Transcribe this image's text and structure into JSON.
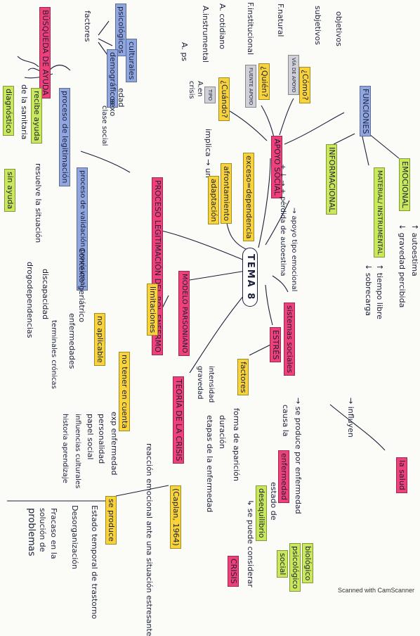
{
  "center": "TEMA 8",
  "nodes": {
    "apoyo_social": "APOYO SOCIAL",
    "exceso_dependencia": "exceso=dependencia",
    "quien": "¿Quién?",
    "fuente_apoyo": "FUENTE APOYO",
    "f_natural": "F.natural",
    "f_institucional": "F.institucional",
    "como": "¿Cómo?",
    "via_apoyo": "VÍA DE APOYO",
    "objetivos": "objetivos",
    "subjetivos": "subjetivos",
    "cuando": "¿Cuándo?",
    "tipo": "TIPO",
    "a_cotidiano": "A. cotidiano",
    "a_instrumental": "A.instrumental",
    "a_ps": "A. ps",
    "a_en_crisis": "A.en crisis",
    "funciones": "FUNCIONES",
    "informacional": "INFORMACIONAL",
    "material": "MATERIAL/ INSTRUMENTAL",
    "emocional": "EMOCIONAL",
    "autoestima": "↑ autoestima",
    "gravedad_percibida": "↓ gravedad percibida",
    "tiempo_libre": "↑ tiempo libre",
    "sobrecarga": "↓ sobrecarga",
    "mas_perdida": "+ ↓ → + pérdida de autoestima",
    "apoyo_emocional": "→ apoyo tipo emocional",
    "implica": "implica → un",
    "afrontamiento": "afrontamiento",
    "adaptacion": "adaptación",
    "proceso_legitimacion": "PROCESO LEGITIMACIÓN DEL ROL ENFERMO",
    "proceso_de_legitimacion": "proceso de legitimación",
    "proceso_validacion": "proceso de validación provisional",
    "busqueda_ayuda": "BÚSQUEDA DE AYUDA",
    "factores": "factores",
    "psicologicos": "psicológicos",
    "culturales": "culturales",
    "demograficos": "demográficos",
    "edad": "edad",
    "sexo": "sexo",
    "clase_social": "clase social",
    "recibe_ayuda": "recibe ayuda",
    "de_la_sanitaria": "de la sanitaria",
    "diagnostico": "diagnóstico",
    "resuelve_situacion": "resuelve la situación",
    "sin_ayuda": "sin ayuda",
    "modelo_parsoniano": "MODELO PARSONIANO",
    "limitaciones": "limitaciones",
    "no_aplicable": "no aplicable",
    "enfermedades": "enfermedades",
    "terminales_cronicas": "terminales crónicas",
    "contexto_geriatrico": "Contexto geriátrico",
    "discapacidad": "discapacidad",
    "drogodependencias": "drogodependencias",
    "no_tener_cuenta": "no tener en cuenta",
    "exp_enfermedad": "exp enfermedad",
    "personalidad": "personalidad",
    "papel_social": "papel social",
    "influencias_culturales": "influencias culturales",
    "historia_aprendizaje": "historia aprendizaje",
    "teoria_crisis": "TEORÍA DE LA CRISIS",
    "caplan": "(Caplan, 1964)",
    "reaccion": "reacción emocional ante una situación estresante",
    "se_produce": "se produce",
    "estado_temporal": "Estado temporal de trastorno",
    "desorganizacion": "Desorganización",
    "fracaso": "Fracaso en la",
    "solucion": "solución de",
    "problemas": "problemas",
    "estres": "ESTRÉS",
    "factores_estres": "factores",
    "intensidad": "intensidad",
    "gravedad": "gravedad",
    "forma_aparicion": "forma de aparición",
    "duracion": "duración",
    "etapas": "etapas de la enfermedad",
    "sistemas_sociales": "sistemas sociales",
    "influyen": "→ influyen",
    "la_salud": "la salud",
    "se_produce_enfermedad": "→ se produce por enfermedad",
    "causa_la": "causa la",
    "enfermedad": "enfermedad",
    "estado_de": "estado de",
    "desequilibrio": "desequilibrio",
    "se_puede_considerar": "↳ se puede considerar",
    "crisis": "CRISIS",
    "biologico": "biológico",
    "psicologico": "psicológico",
    "social": "social"
  },
  "footer": "Scanned with CamScanner"
}
